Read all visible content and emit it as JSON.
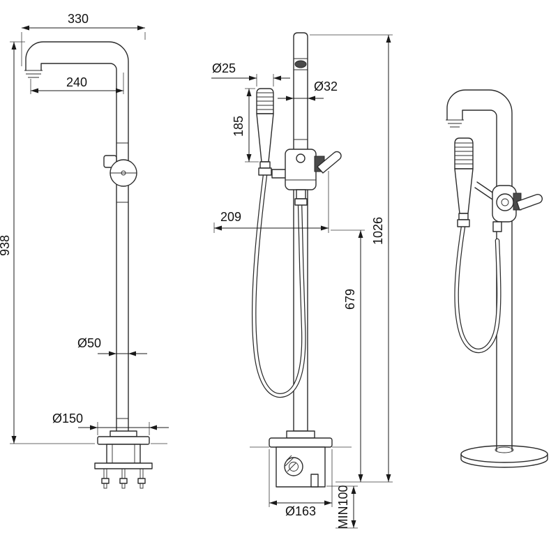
{
  "colors": {
    "background": "#ffffff",
    "line": "#2b2b2b",
    "dimension": "#1a1a1a"
  },
  "dimensions": {
    "side": {
      "spout_width": "330",
      "spout_reach": "240",
      "height": "938",
      "column_diameter": "Ø50",
      "base_diameter": "Ø150"
    },
    "front": {
      "handshower_diameter": "Ø25",
      "riser_diameter": "Ø32",
      "handshower_length": "185",
      "width": "209",
      "total_height": "1026",
      "outlet_height": "679",
      "base_diameter": "Ø163",
      "min_depth": "MIN100"
    }
  }
}
